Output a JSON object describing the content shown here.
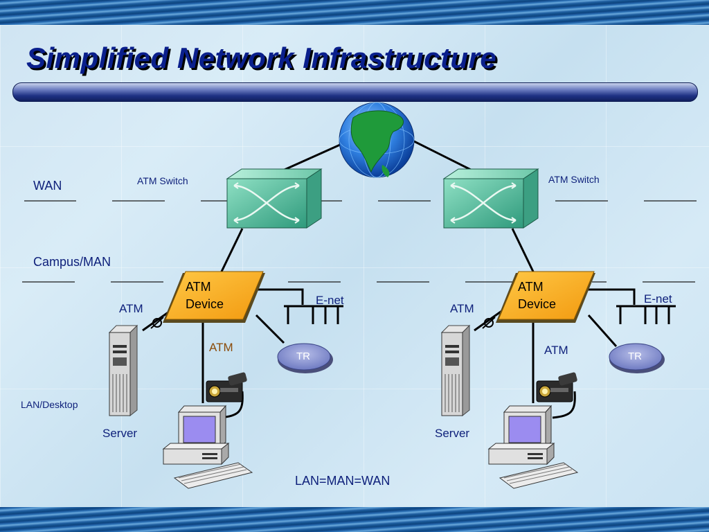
{
  "title": "Simplified Network Infrastructure",
  "tiers": {
    "wan": "WAN",
    "campus": "Campus/MAN",
    "lan": "LAN/Desktop"
  },
  "left": {
    "switch_label": "ATM Switch",
    "device_line1": "ATM",
    "device_line2": "Device",
    "atm_port_label": "ATM",
    "enet_label": "E-net",
    "tr_label": "TR",
    "atm_link_label": "ATM",
    "server_label": "Server"
  },
  "right": {
    "switch_label": "ATM Switch",
    "device_line1": "ATM",
    "device_line2": "Device",
    "atm_port_label": "ATM",
    "enet_label": "E-net",
    "tr_label": "TR",
    "atm_link_label": "ATM",
    "server_label": "Server"
  },
  "footer_equation": "LAN=MAN=WAN",
  "icons": [
    "globe-icon",
    "atm-switch-icon",
    "atm-device-icon",
    "server-icon",
    "video-camera-icon",
    "desktop-computer-icon",
    "token-ring-icon",
    "ethernet-bus-icon",
    "atm-port-icon"
  ],
  "colors": {
    "title": "#0a1f8c",
    "label_navy": "#0d1f7a",
    "label_brown": "#8a4a08",
    "device_fill": "#f5a81c",
    "switch_fill": "#5fbfa0",
    "token_ring_fill": "#8d97d0"
  }
}
